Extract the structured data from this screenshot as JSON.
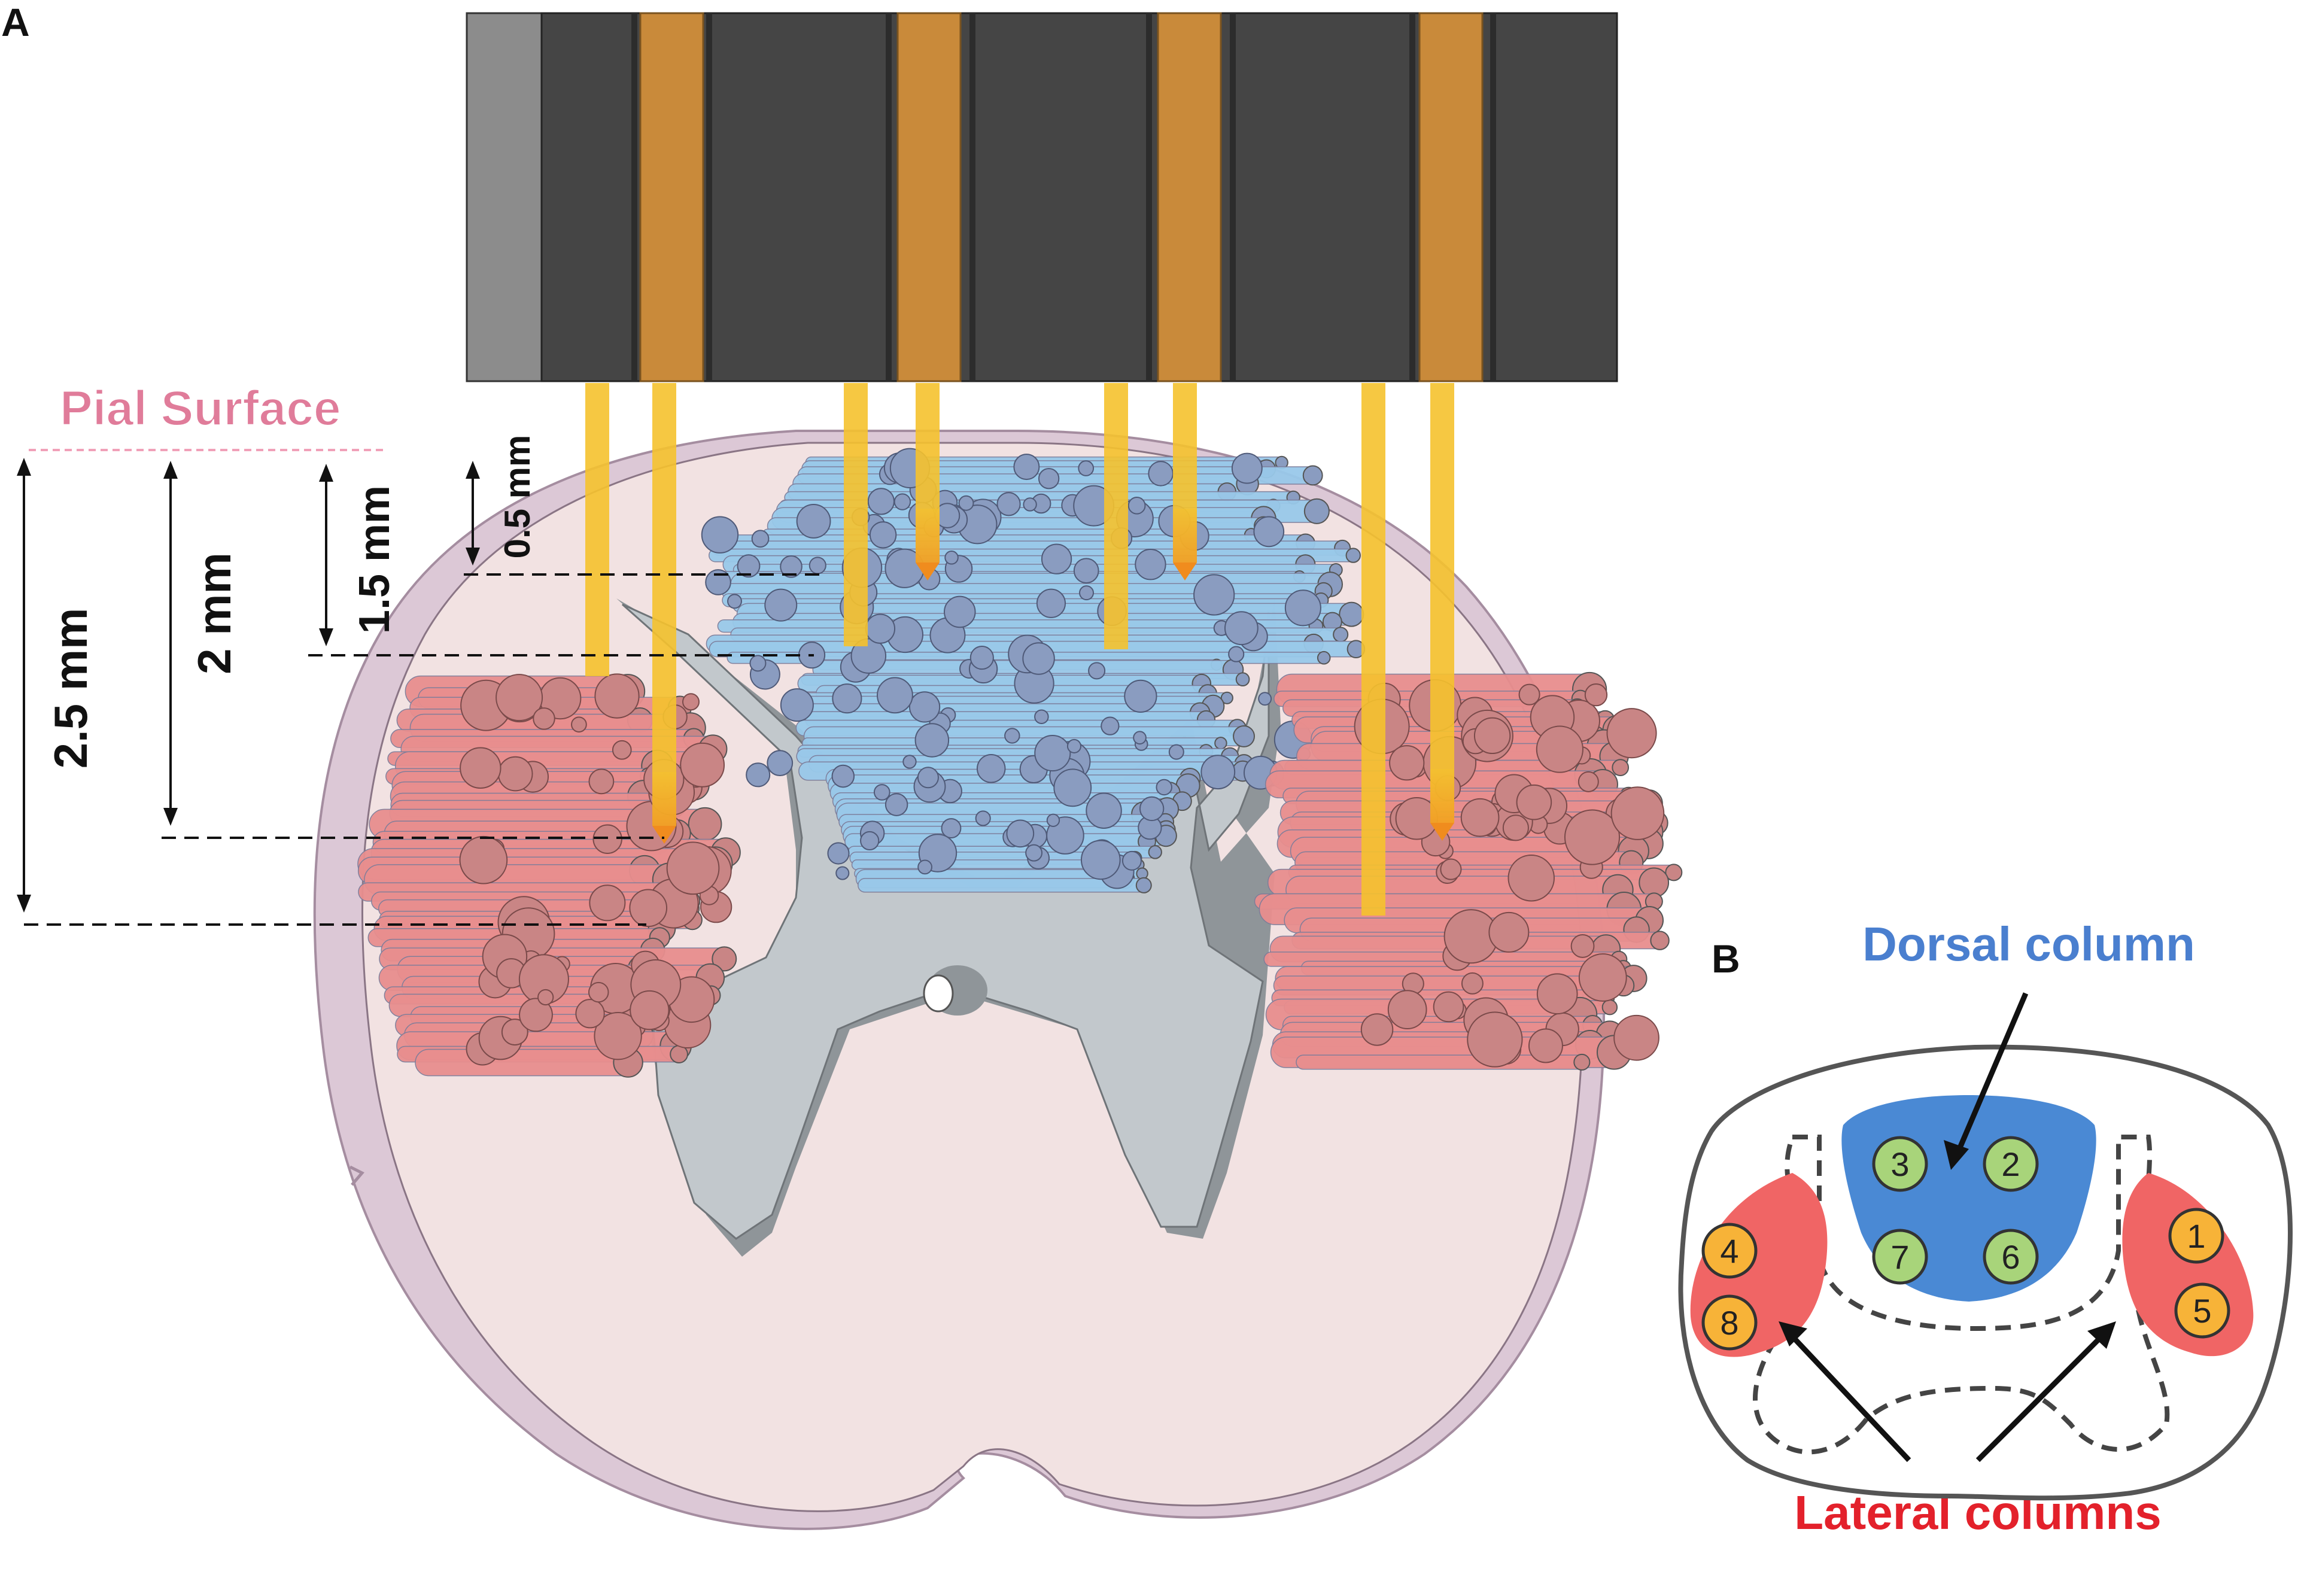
{
  "panels": {
    "a": {
      "letter": "A"
    },
    "b": {
      "letter": "B"
    }
  },
  "pial_surface": {
    "label": "Pial Surface"
  },
  "depths": [
    {
      "label": "2.5 mm"
    },
    {
      "label": "2 mm"
    },
    {
      "label": "1.5 mm"
    },
    {
      "label": "0.5 mm"
    }
  ],
  "panel_b": {
    "dorsal_label": "Dorsal column",
    "lateral_label": "Lateral columns",
    "dorsal_electrodes": [
      "3",
      "2",
      "7",
      "6"
    ],
    "lateral_left_electrodes": [
      "4",
      "8"
    ],
    "lateral_right_electrodes": [
      "1",
      "5"
    ]
  },
  "colors": {
    "array_body": "#454545",
    "array_edge": "#8c8c8c",
    "array_contact": "#c98a3a",
    "shank": "#f5c22e",
    "shank_tip": "#f08c1e",
    "dorsal_fibers": "#99c9ea",
    "lateral_fibers": "#e88e8e",
    "fiber_end_dorsal": "#8a9cc0",
    "fiber_end_lateral": "#c98585",
    "cord_white_matter": "#f2e2e2",
    "cord_membrane": "#dcc8d6",
    "gray_matter": "#c2c8cc",
    "pial_label": "#e07c9a",
    "dorsal_region_b": "#4a89d4",
    "lateral_region_b": "#f06565",
    "electrode_green": "#a8d47a",
    "electrode_orange": "#f7b338",
    "dorsal_text": "#4a7fcf",
    "lateral_text": "#e3212b"
  }
}
